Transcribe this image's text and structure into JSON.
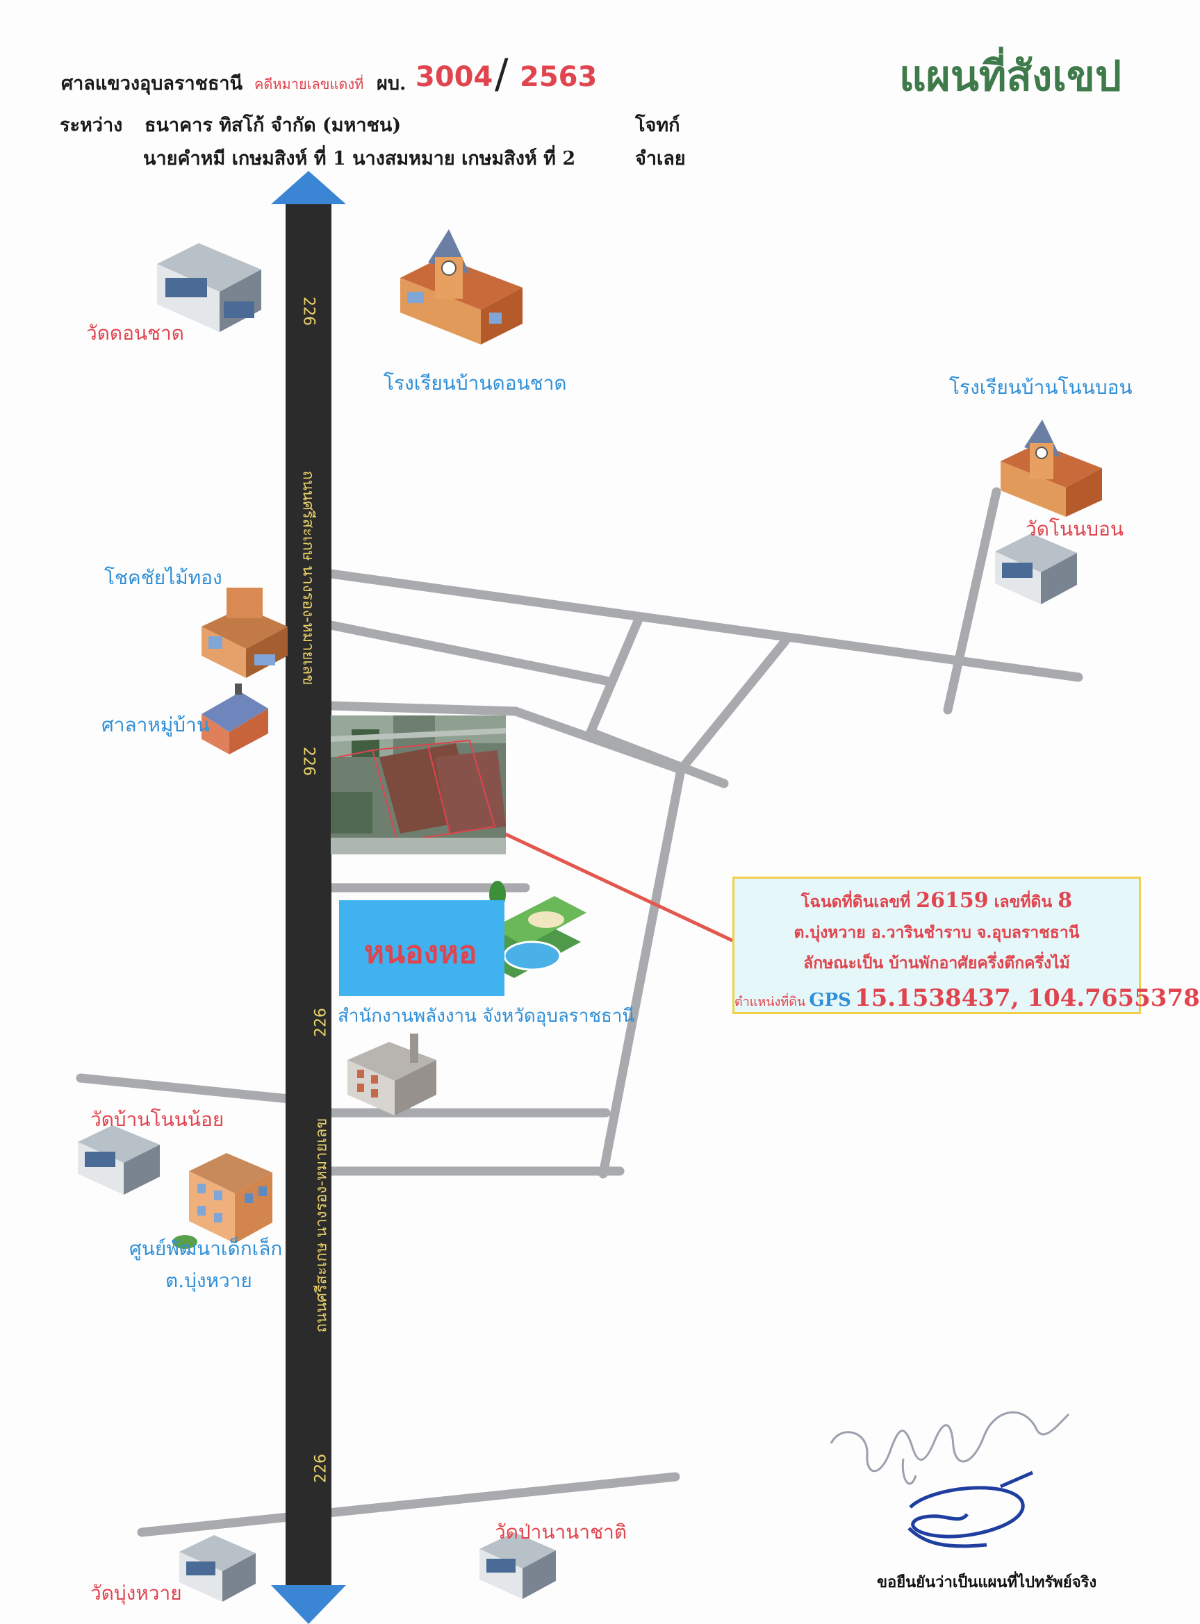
{
  "header": {
    "court": "ศาลแขวงอุบลราชธานี",
    "case_label": "คดีหมายเลขแดงที่",
    "case_prefix": "ผบ.",
    "case_no": "3004",
    "case_slash": "/",
    "case_year": "2563",
    "between_label": "ระหว่าง",
    "plaintiff": "ธนาคาร ทิสโก้ จำกัด (มหาชน)",
    "plaintiff_role": "โจทก์",
    "defendants": "นายคำหมี เกษมสิงห์ ที่ 1 นางสมหมาย เกษมสิงห์ ที่ 2",
    "defendant_role": "จำเลย"
  },
  "title": "แผนที่สังเขป",
  "road": {
    "number": "226",
    "name_upper": "ถนนศรีสะเกษ นางรอง-หมายเลข",
    "name_lower": "ถนนศรีสะเกษ นางรอง-หมายเลข"
  },
  "landmarks": {
    "wat_don_chat": "วัดดอนชาด",
    "school_don_chat": "โรงเรียนบ้านดอนชาด",
    "school_non_bon": "โรงเรียนบ้านโนนบอน",
    "wat_non_bon": "วัดโนนบอน",
    "chok_chai": "โชคชัยไม้ทอง",
    "sala": "ศาลาหมู่บ้าน",
    "pond": "หนองหอ",
    "energy_office": "สำนักงานพลังงาน จังหวัดอุบลราชธานี",
    "wat_non_noi": "วัดบ้านโนนน้อย",
    "child_center_1": "ศูนย์พัฒนาเด็กเล็ก",
    "child_center_2": "ต.บุ่งหวาย",
    "wat_bung_wai": "วัดบุ่งหวาย",
    "wat_pa": "วัดป่านานาชาติ"
  },
  "info": {
    "deed": "โฉนดที่ดินเลขที่",
    "deed_no": "26159",
    "land_label": "เลขที่ดิน",
    "land_no": "8",
    "location": "ต.บุ่งหวาย อ.วารินชำราบ จ.อุบลราชธานี",
    "type": "ลักษณะเป็น บ้านพักอาศัยครึ่งตึกครึ่งไม้",
    "gps_label": "ตำแหน่งที่ดิน",
    "gps_tag": "GPS",
    "gps_value": "15.1538437, 104.7655378"
  },
  "confirm": "ขอยืนยันว่าเป็นแผนที่ไปทรัพย์จริง",
  "colors": {
    "road": "#2b2b2b",
    "arrow": "#3a86d4",
    "side_road": "#a9aaae",
    "label_red": "#e0444e",
    "label_blue": "#2f8fd8",
    "title_green": "#3f7a4a",
    "pond": "#3fb2ef"
  }
}
